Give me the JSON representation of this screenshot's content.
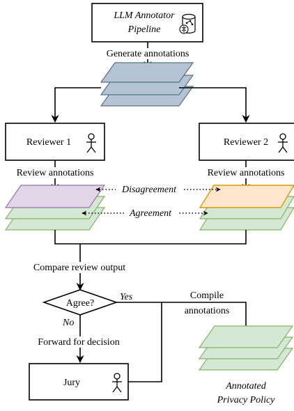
{
  "nodes": {
    "pipeline": {
      "line1": "LLM Annotator",
      "line2": "Pipeline"
    },
    "reviewer1": "Reviewer 1",
    "reviewer2": "Reviewer 2",
    "decision": "Agree?",
    "jury": "Jury",
    "output": {
      "line1": "Annotated",
      "line2": "Privacy Policy"
    }
  },
  "labels": {
    "generate": "Generate annotations",
    "review1": "Review annotations",
    "review2": "Review annotations",
    "disagreement": "Disagreement",
    "agreement": "Agreement",
    "compare": "Compare review output",
    "yes": "Yes",
    "no": "No",
    "compile1": "Compile",
    "compile2": "annotations",
    "forward": "Forward for decision"
  },
  "colors": {
    "stack_blue_fill": "#b4c4d4",
    "stack_blue_stroke": "#56707f",
    "stack_green_fill": "#d5e8d4",
    "stack_green_stroke": "#82b366",
    "purple_fill": "#e1d5e7",
    "purple_stroke": "#9673a6",
    "orange_fill": "#ffe6cc",
    "orange_stroke": "#d79b00"
  },
  "icons": [
    "database-brain-icon",
    "person-icon"
  ]
}
